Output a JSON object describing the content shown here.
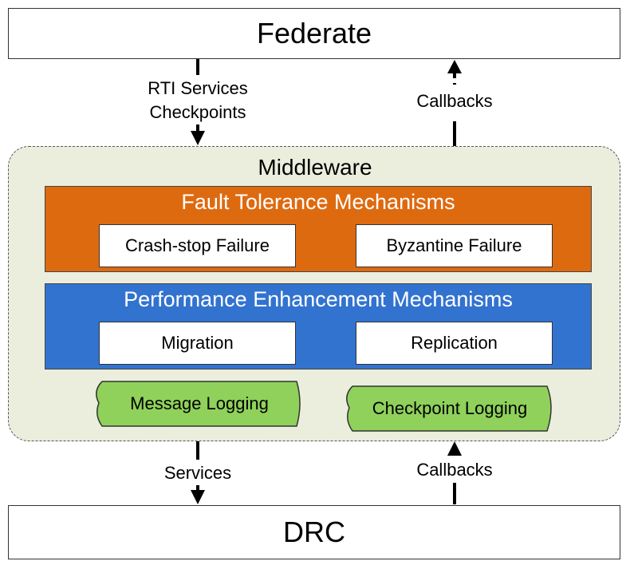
{
  "federate": {
    "label": "Federate"
  },
  "drc": {
    "label": "DRC"
  },
  "middleware": {
    "title": "Middleware",
    "fault_tolerance": {
      "title": "Fault Tolerance Mechanisms",
      "items": [
        "Crash-stop Failure",
        "Byzantine Failure"
      ]
    },
    "performance": {
      "title": "Performance Enhancement Mechanisms",
      "items": [
        "Migration",
        "Replication"
      ]
    },
    "logging": [
      "Message Logging",
      "Checkpoint Logging"
    ]
  },
  "arrows": {
    "top_down_label_1": "RTI Services",
    "top_down_label_2": "Checkpoints",
    "top_up_label": "Callbacks",
    "bottom_down_label": "Services",
    "bottom_up_label": "Callbacks"
  },
  "colors": {
    "fault_tolerance": "#de6a10",
    "performance": "#3273d0",
    "logging": "#8fd15a",
    "middleware_bg": "#eceedd"
  }
}
